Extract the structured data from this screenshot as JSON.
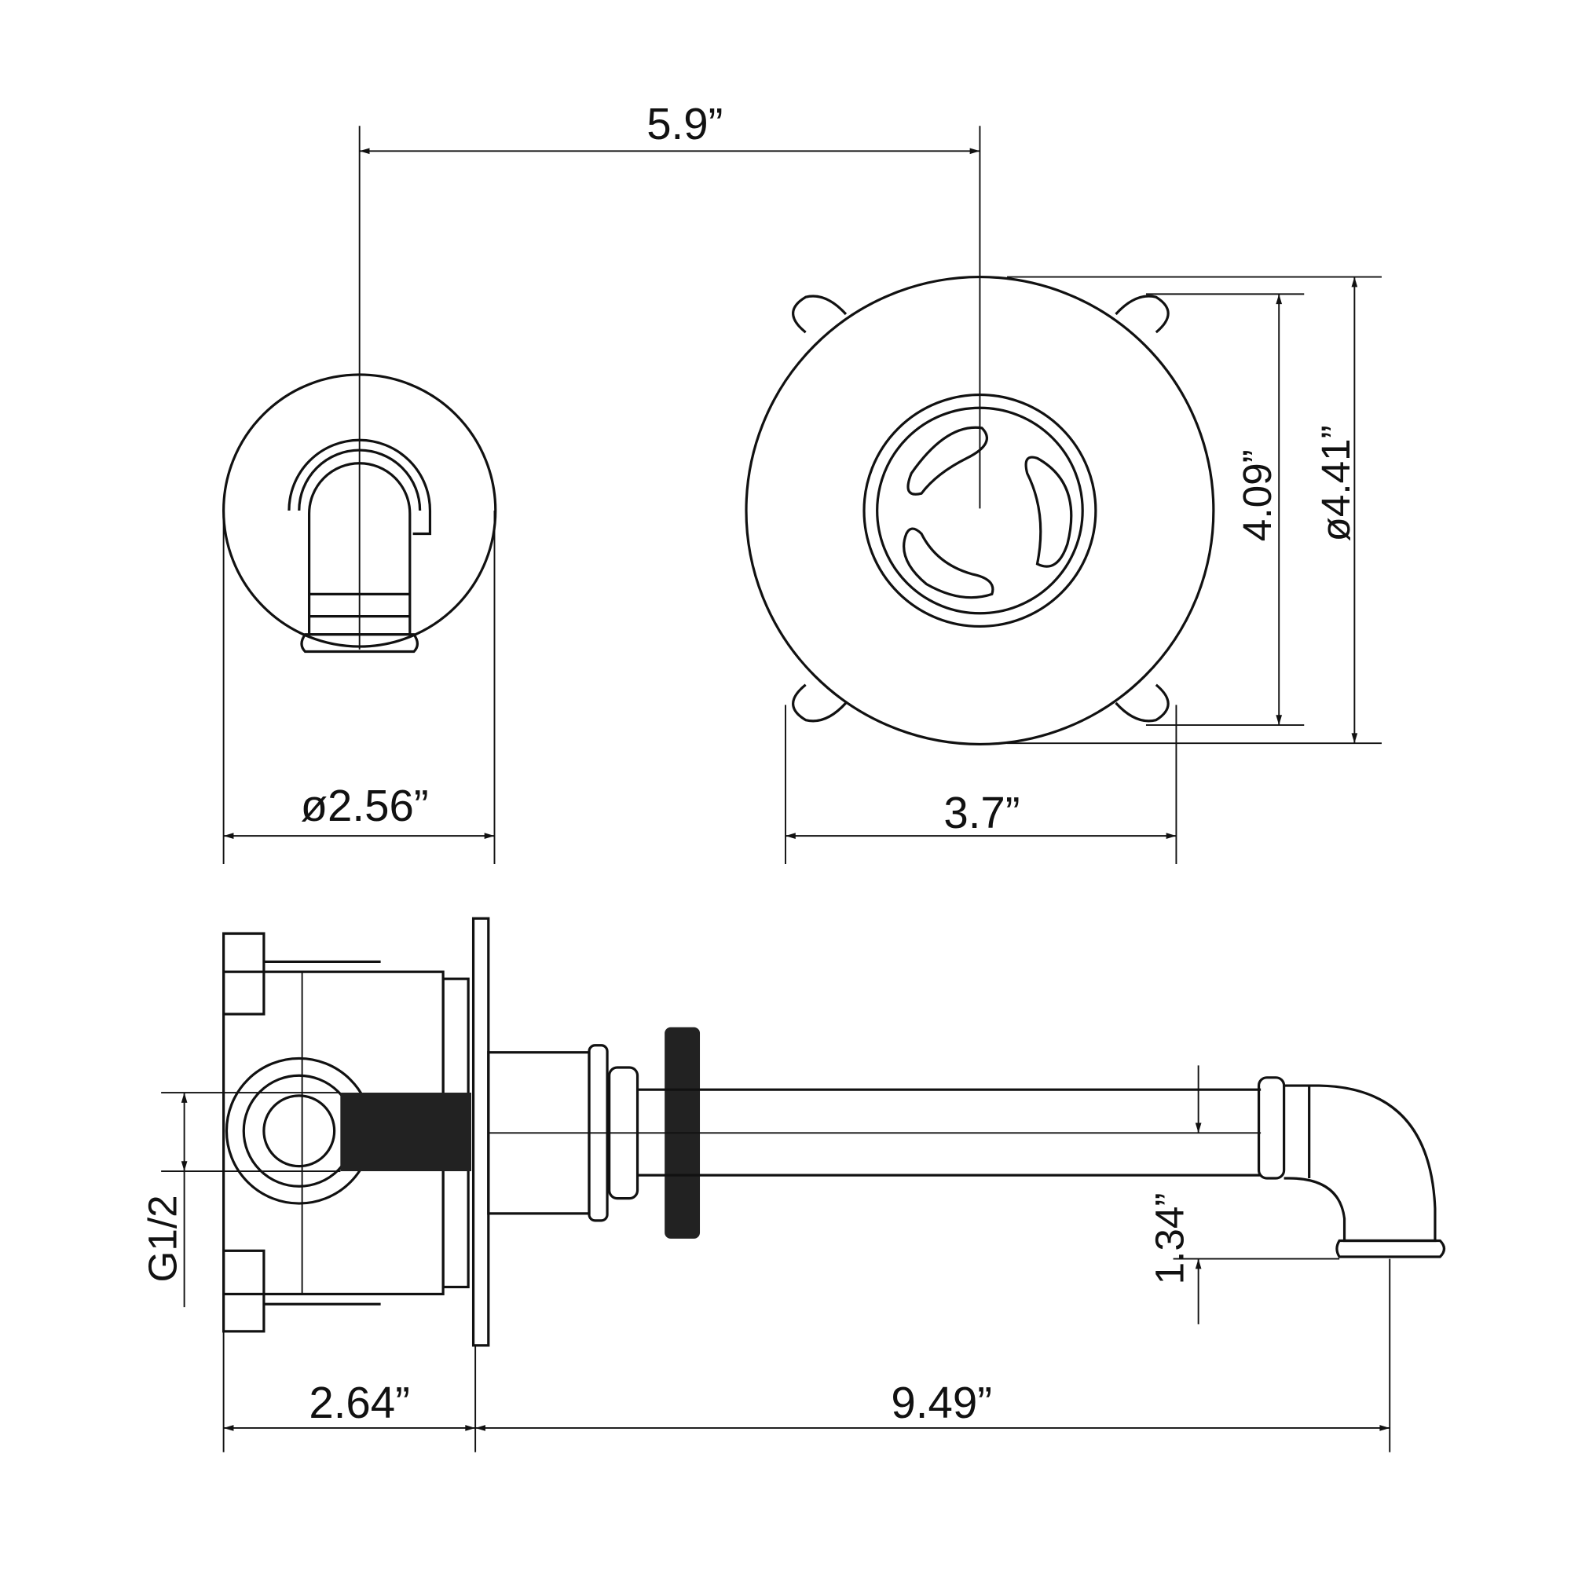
{
  "title": "Wall-mounted faucet dimension drawing",
  "colors": {
    "line": "#111111",
    "background": "#ffffff"
  },
  "dimensions": {
    "spout_to_handle_spacing": "5.9”",
    "spout_plate_diameter": "ø2.56”",
    "handle_plate_width": "3.7”",
    "mounting_hole_spacing": "4.09”",
    "handle_plate_diameter": "ø4.41”",
    "inlet_thread": "G1/2",
    "spout_height": "1.34”",
    "valve_depth": "2.64”",
    "spout_reach": "9.49”"
  }
}
